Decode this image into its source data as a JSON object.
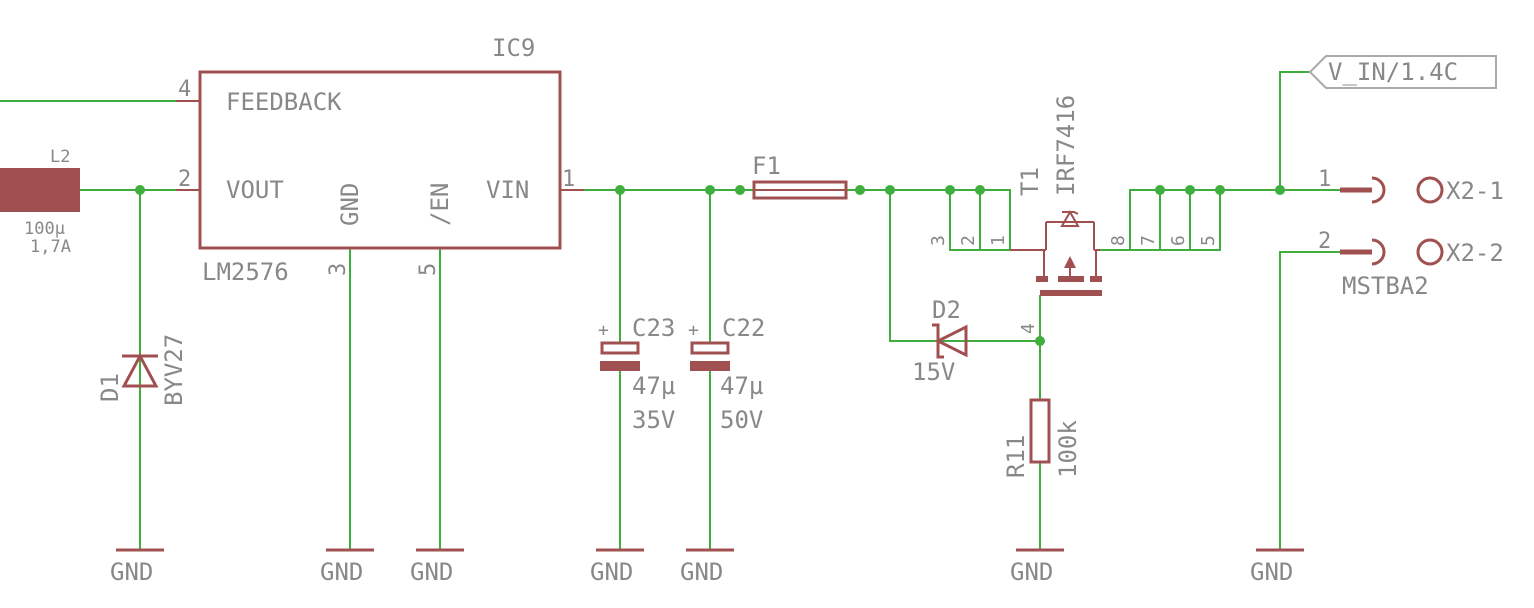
{
  "ic9": {
    "name": "IC9",
    "value": "LM2576",
    "pins": {
      "feedback": "FEEDBACK",
      "vout": "VOUT",
      "gnd": "GND",
      "en": "/EN",
      "vin": "VIN"
    },
    "pin_numbers": {
      "feedback": "4",
      "vout": "2",
      "gnd": "3",
      "en": "5",
      "vin": "1"
    }
  },
  "l2": {
    "name": "L2",
    "value": "100µ",
    "current": "1,7A"
  },
  "d1": {
    "name": "D1",
    "value": "BYV27"
  },
  "c23": {
    "name": "C23",
    "value": "47µ",
    "voltage": "35V",
    "polarity": "+"
  },
  "c22": {
    "name": "C22",
    "value": "47µ",
    "voltage": "50V",
    "polarity": "+"
  },
  "f1": {
    "name": "F1"
  },
  "t1": {
    "name": "T1",
    "value": "IRF7416",
    "pins": [
      "3",
      "2",
      "1",
      "8",
      "7",
      "6",
      "5",
      "4"
    ]
  },
  "d2": {
    "name": "D2",
    "value": "15V"
  },
  "r11": {
    "name": "R11",
    "value": "100k"
  },
  "x2": {
    "value": "MSTBA2",
    "pin1": "X2-1",
    "pin2": "X2-2",
    "pin1_num": "1",
    "pin2_num": "2"
  },
  "vin_label": "V_IN/1.4C",
  "gnd_label": "GND",
  "colors": {
    "wire": "#3fae3f",
    "part": "#a05050",
    "text": "#888888",
    "background": "#ffffff"
  }
}
